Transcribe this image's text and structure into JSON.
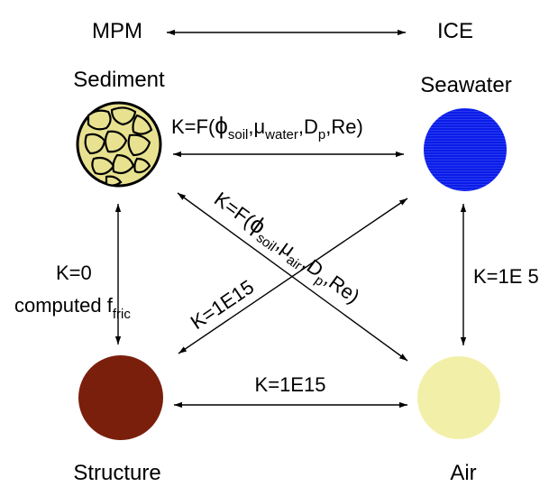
{
  "header": {
    "left": "MPM",
    "right": "ICE"
  },
  "nodes": {
    "sediment": {
      "label": "Sediment",
      "fill": "#e8e290",
      "stroke": "#000000"
    },
    "seawater": {
      "label": "Seawater",
      "fill": "#0a1de8"
    },
    "structure": {
      "label": "Structure",
      "fill": "#7a1f0c"
    },
    "air": {
      "label": "Air",
      "fill": "#f2f0a8"
    }
  },
  "links": {
    "top": {
      "prefix": "K=F(",
      "phi": "ϕ",
      "phi_sub": "soil",
      "mu": ",μ",
      "mu_sub": "water",
      "d": ",D",
      "d_sub": "p",
      "tail": ",Re)"
    },
    "diag_down": {
      "prefix": "K=F(",
      "phi": "ϕ",
      "phi_sub": "soil",
      "mu": ",μ",
      "mu_sub": "air",
      "d": ",D",
      "d_sub": "p",
      "tail": ",Re)"
    },
    "diag_up": {
      "text": "K=1E15"
    },
    "left": {
      "line1": "K=0",
      "line2": "computed f",
      "line2_sub": "fric"
    },
    "right": {
      "text": "K=1E 5"
    },
    "bottom": {
      "text": "K=1E15"
    }
  }
}
